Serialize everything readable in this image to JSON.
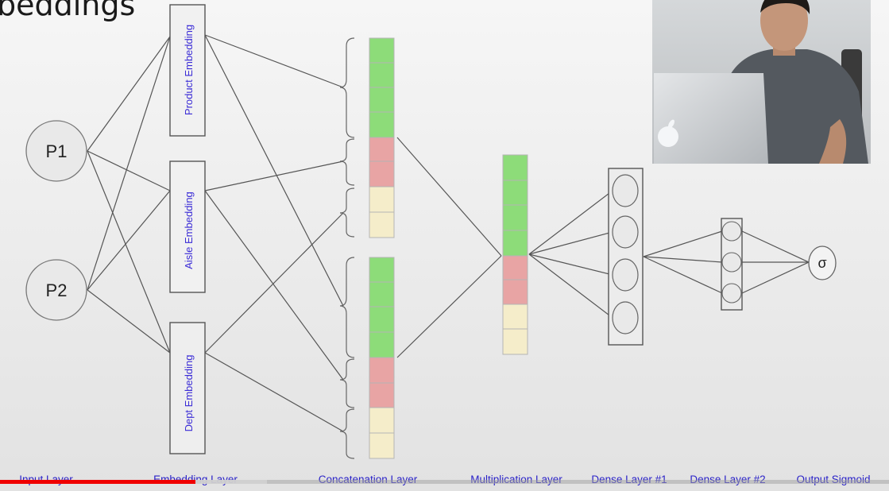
{
  "title_fragment": "beddings",
  "nodes": {
    "input1": "P1",
    "input2": "P2",
    "output": "σ"
  },
  "embeddings": {
    "product": "Product Embedding",
    "aisle": "Aisle Embedding",
    "dept": "Dept Embedding"
  },
  "layer_labels": {
    "input": "Input Layer",
    "embedding": "Embedding Layer",
    "concatenation": "Concatenation Layer",
    "multiplication": "Multiplication Layer",
    "dense1": "Dense Layer #1",
    "dense2": "Dense Layer #2",
    "output": "Output Sigmoid"
  },
  "colors": {
    "green_cell": "#8ddc79",
    "red_cell": "#e8a4a4",
    "yellow_cell": "#f5edca",
    "embedding_text": "#3a2bd6",
    "layer_label": "#2a22c8",
    "node_fill": "#e9e9e9",
    "progress_played": "#f00000"
  },
  "video": {
    "progress_fraction": 0.22,
    "buffer_fraction": 0.3
  }
}
